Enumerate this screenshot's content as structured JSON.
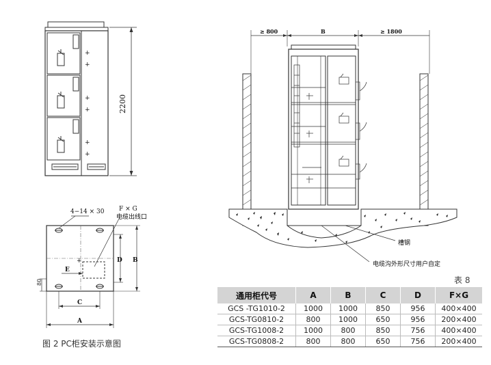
{
  "front_view": {
    "height_dim": "2200"
  },
  "base_plan": {
    "hole_label": "4−14 × 30",
    "fg_label": "F × G",
    "outlet_label": "电缆出线口",
    "dim_d": "D",
    "dim_b": "B",
    "dim_e": "E",
    "dim_c": "C",
    "dim_a": "A",
    "dim_80": "80"
  },
  "side_view": {
    "left_clear": "≥ 800",
    "center_dim": "B",
    "right_clear": "≥ 1800",
    "channel_label": "槽钢",
    "trench_label": "电缆沟外形尺寸用户自定"
  },
  "figure_caption": "图 2 PC柜安装示意图",
  "table_label": "表 8",
  "table": {
    "headers": [
      "通用柜代号",
      "A",
      "B",
      "C",
      "D",
      "F×G"
    ],
    "rows": [
      [
        "GCS -TG1010-2",
        "1000",
        "1000",
        "850",
        "956",
        "400×400"
      ],
      [
        "GCS-TG0810-2",
        "800",
        "1000",
        "650",
        "956",
        "200×400"
      ],
      [
        "GCS-TG1008-2",
        "1000",
        "800",
        "850",
        "756",
        "400×400"
      ],
      [
        "GCS-TG0808-2",
        "800",
        "800",
        "650",
        "756",
        "200×400"
      ]
    ]
  }
}
